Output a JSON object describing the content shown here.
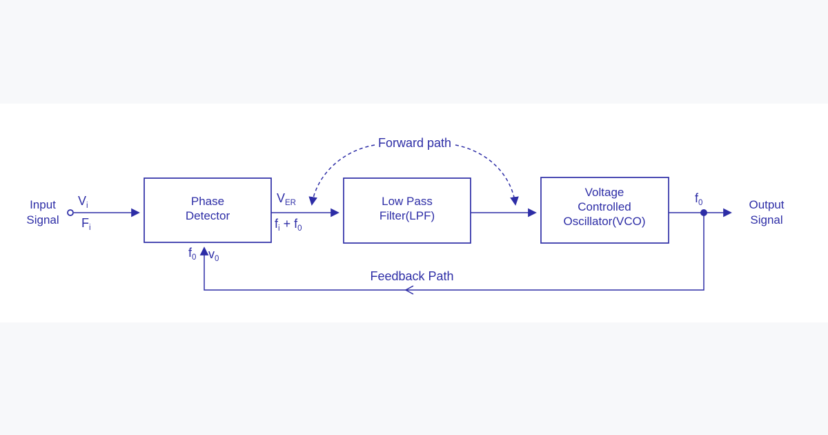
{
  "diagram": {
    "color": "#2d2da6",
    "input": {
      "label_line1": "Input",
      "label_line2": "Signal",
      "top_symbol": {
        "base": "V",
        "sub": "i"
      },
      "bottom_symbol": {
        "base": "F",
        "sub": "i"
      }
    },
    "blocks": {
      "phase_detector": {
        "line1": "Phase",
        "line2": "Detector"
      },
      "lpf": {
        "line1": "Low Pass",
        "line2": "Filter(LPF)"
      },
      "vco": {
        "line1": "Voltage",
        "line2": "Controlled",
        "line3": "Oscillator(VCO)"
      }
    },
    "pd_output": {
      "top": {
        "base": "V",
        "sub": "ER"
      },
      "bottom": {
        "seg1": "f",
        "sub1": "i",
        "seg2": " + f",
        "sub2": "0"
      }
    },
    "forward_path_label": "Forward path",
    "feedback_path_label": "Feedback Path",
    "feedback_input": {
      "left": {
        "base": "f",
        "sub": "0"
      },
      "right": {
        "base": "v",
        "sub": "0"
      }
    },
    "output": {
      "symbol": {
        "base": "f",
        "sub": "0"
      },
      "label_line1": "Output",
      "label_line2": "Signal"
    }
  }
}
